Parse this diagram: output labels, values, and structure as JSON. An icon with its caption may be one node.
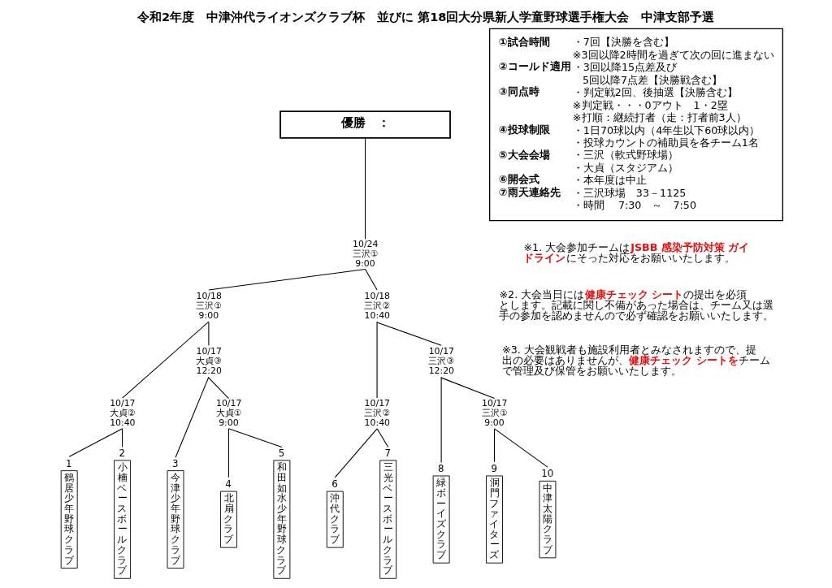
{
  "diagram": {
    "title": "令和2年度　中津沖代ライオンズクラブ杯　並びに 第18回大分県新人学童野球選手権大会　中津支部予選",
    "nodes": [
      {
        "text": [
          "優勝　："
        ]
      },
      {
        "text": [
          "10/24",
          "三沢①",
          "9:00"
        ]
      },
      {
        "text": [
          "10/18",
          "三沢①",
          "9:00"
        ]
      },
      {
        "text": [
          "10/18",
          "三沢②",
          "10:40"
        ]
      },
      {
        "text": [
          "10/17",
          "大貞②",
          "10:40"
        ]
      },
      {
        "text": [
          "10/17",
          "大貞③",
          "12:20"
        ]
      },
      {
        "text": [
          "10/17",
          "大貞①",
          "9:00"
        ]
      },
      {
        "text": [
          "10/17",
          "三沢②",
          "10:40"
        ]
      },
      {
        "text": [
          "10/17",
          "三沢③",
          "12:20"
        ]
      },
      {
        "text": [
          "10/17",
          "三沢①",
          "9:00"
        ]
      },
      {
        "text": [
          "鶴居少年野球クラブ"
        ],
        "beside": [
          "1"
        ]
      },
      {
        "text": [
          "小楠ベースボールクラブ"
        ],
        "beside": [
          "2"
        ]
      },
      {
        "text": [
          "今津少年野球クラブ"
        ],
        "beside": [
          "3"
        ]
      },
      {
        "text": [
          "北扇クラブ"
        ],
        "beside": [
          "4"
        ]
      },
      {
        "text": [
          "和田如水少年野球クラブ"
        ],
        "beside": [
          "5"
        ]
      },
      {
        "text": [
          "沖代クラブ"
        ],
        "beside": [
          "6"
        ]
      },
      {
        "text": [
          "三光ベースボールクラブ"
        ],
        "beside": [
          "7"
        ]
      },
      {
        "text": [
          "緑ボーイズクラブ"
        ],
        "beside": [
          "8"
        ]
      },
      {
        "text": [
          "洞門ファイターズ"
        ],
        "beside": [
          "9"
        ]
      },
      {
        "text": [
          "中津太陽クラブ"
        ],
        "beside": [
          "10"
        ]
      }
    ],
    "edges": [
      {
        "from": 1,
        "to": 0,
        "arrow": "none"
      },
      {
        "from": 2,
        "to": 1,
        "arrow": "none"
      },
      {
        "from": 3,
        "to": 1,
        "arrow": "none"
      },
      {
        "from": 4,
        "to": 2,
        "arrow": "none"
      },
      {
        "from": 5,
        "to": 2,
        "arrow": "none"
      },
      {
        "from": 6,
        "to": 5,
        "arrow": "none"
      },
      {
        "from": 7,
        "to": 3,
        "arrow": "none"
      },
      {
        "from": 8,
        "to": 3,
        "arrow": "none"
      },
      {
        "from": 9,
        "to": 8,
        "arrow": "none"
      },
      {
        "from": 10,
        "to": 4,
        "arrow": "none"
      },
      {
        "from": 11,
        "to": 4,
        "arrow": "none"
      },
      {
        "from": 12,
        "to": 5,
        "arrow": "none"
      },
      {
        "from": 13,
        "to": 6,
        "arrow": "none"
      },
      {
        "from": 14,
        "to": 6,
        "arrow": "none"
      },
      {
        "from": 15,
        "to": 7,
        "arrow": "none"
      },
      {
        "from": 16,
        "to": 7,
        "arrow": "none"
      },
      {
        "from": 17,
        "to": 8,
        "arrow": "none"
      },
      {
        "from": 18,
        "to": 9,
        "arrow": "none"
      },
      {
        "from": 19,
        "to": 9,
        "arrow": "none"
      }
    ],
    "labels": [
      "①試合時間",
      "・7回【決勝を含む】",
      "※3回以降2時間を過ぎて次の回に進まない",
      "②コールド適用",
      "・3回以降15点差及び",
      "5回以降7点差【決勝戦含む】",
      "③同点時",
      "・判定戦2回、後抽選【決勝含む】",
      "※判定戦・・・0アウト　1・2塁",
      "※打順：継続打者（走：打者前3人）",
      "④投球制限",
      "・1日70球以内（4年生以下60球以内）",
      "・投球カウントの補助員を各チーム1名",
      "⑤大会会場",
      "・三沢（軟式野球場）",
      "・大貞（スタジアム）",
      "⑥開会式",
      "・本年度は中止",
      "⑦雨天連絡先",
      "・三沢球場　33－1125",
      "・時間　 7:30　～　7:50",
      "※1. 大会参加チームは**JSBB 感染予防対策 ガイドライン**にそった対応をお願いいたします。",
      "※2. 大会当日には**健康チェック シート**の提出を必須とします。記載に関し不備があった場合は、チーム又は選手の参加を認めませんので必ず確認をお願いいたします。",
      "※3. 大会観戦者も施設利用者とみなされますので、提出の必要はありませんが、**健康チェック シートを**チームで管理及び保管をお願いいたします。"
    ]
  }
}
